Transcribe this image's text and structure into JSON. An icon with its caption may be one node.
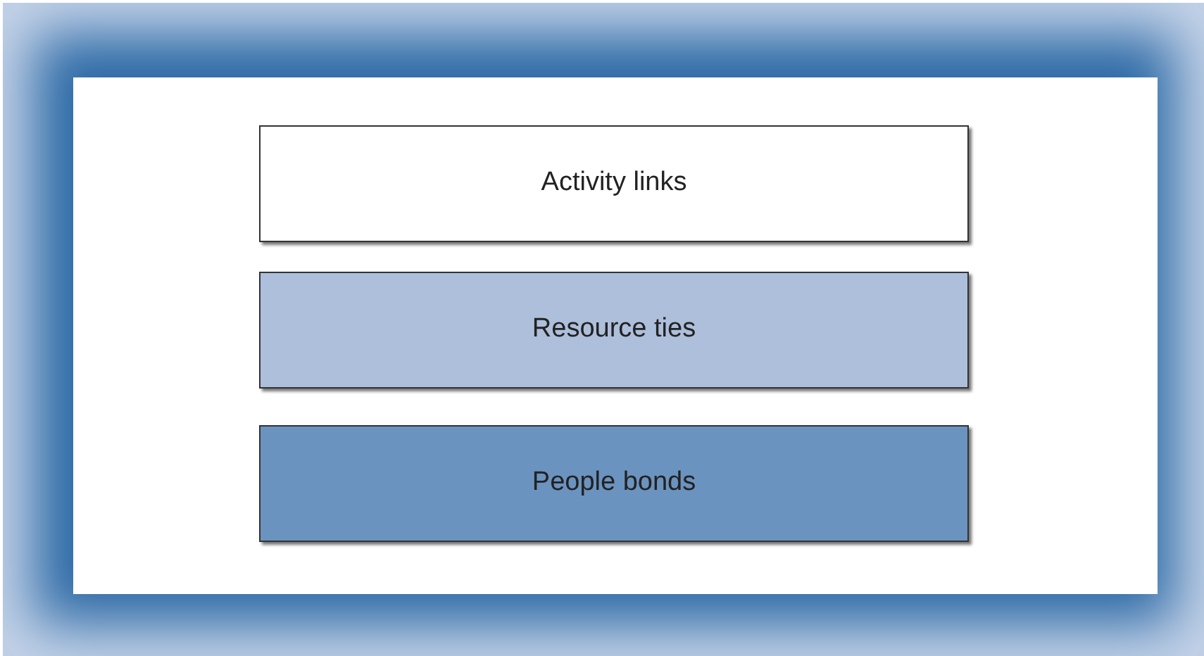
{
  "diagram": {
    "nodes": [
      {
        "text": [
          "Activity links"
        ]
      },
      {
        "text": [
          "Resource ties"
        ]
      },
      {
        "text": [
          "People bonds"
        ]
      }
    ]
  }
}
